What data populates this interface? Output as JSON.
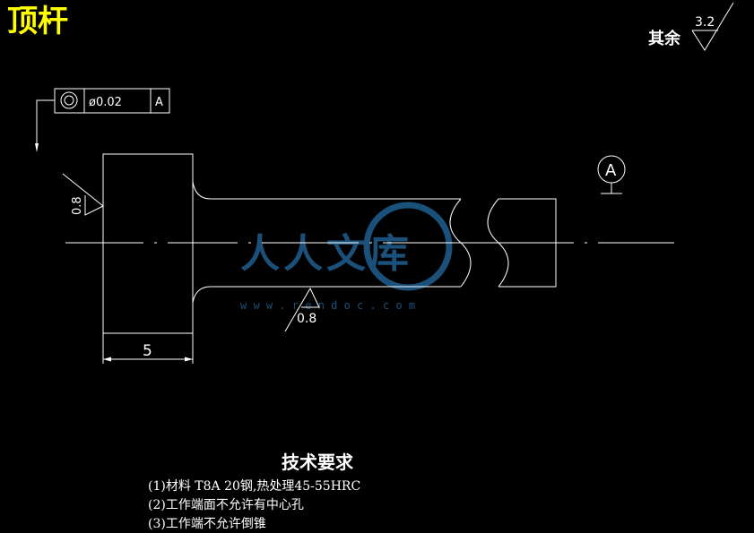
{
  "title": "顶杆",
  "surface_finish_general": {
    "label": "其余",
    "value": "3.2"
  },
  "geometric_tolerance": {
    "symbol": "concentricity-icon",
    "tolerance": "ø0.02",
    "datum": "A"
  },
  "datum_marker": {
    "letter": "A"
  },
  "roughness_left": {
    "value": "0.8"
  },
  "roughness_shaft": {
    "value": "0.8"
  },
  "dimension": {
    "value": "5"
  },
  "watermark": {
    "brand": "人人文库",
    "url": "w w w . r e n d o c . c o m"
  },
  "technical_requirements": {
    "heading": "技术要求",
    "items": [
      "(1)材料 T8A  20钢,热处理45-55HRC",
      "(2)工作端面不允许有中心孔",
      "(3)工作端不允许倒锥"
    ]
  },
  "colors": {
    "background": "#000000",
    "lines": "#ffffff",
    "title": "#ffff00",
    "watermark": "#1f5f8f"
  }
}
